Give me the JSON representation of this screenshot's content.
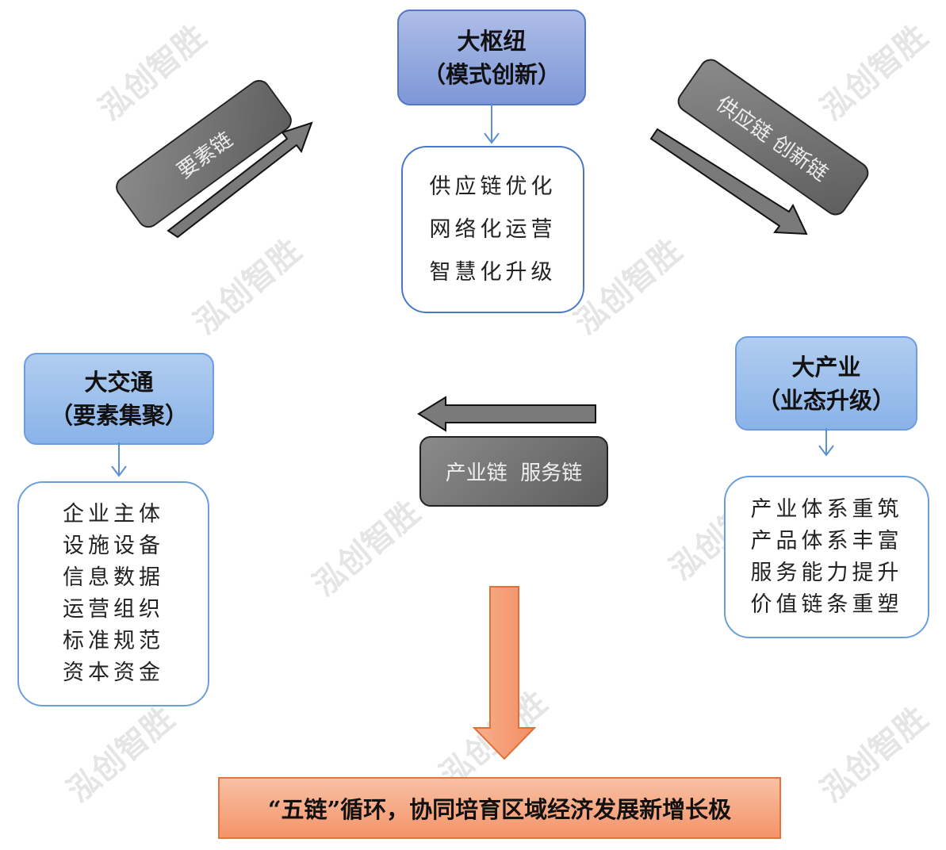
{
  "watermark": "泓创智胜",
  "hub_center": {
    "title": "大枢纽",
    "subtitle": "（模式创新）",
    "items": [
      "供应链优化",
      "网络化运营",
      "智慧化升级"
    ]
  },
  "hub_left": {
    "title": "大交通",
    "subtitle": "（要素集聚）",
    "items": [
      "企业主体",
      "设施设备",
      "信息数据",
      "运营组织",
      "标准规范",
      "资本资金"
    ]
  },
  "hub_right": {
    "title": "大产业",
    "subtitle": "（业态升级）",
    "items": [
      "产业体系重筑",
      "产品体系丰富",
      "服务能力提升",
      "价值链条重塑"
    ]
  },
  "chains": {
    "left": "要素链",
    "right": "供应链 创新链",
    "middle": "产业链  服务链"
  },
  "result": "“五链”循环，协同培育区域经济发展新增长极",
  "colors": {
    "blue": "#4a78c8",
    "gray": "#6e6e6e",
    "orange": "#f4956c"
  }
}
